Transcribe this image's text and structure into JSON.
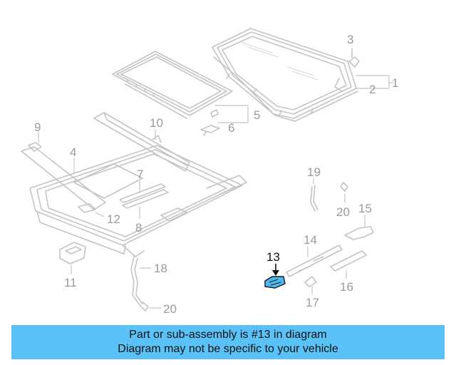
{
  "colors": {
    "line": "#c4c4c4",
    "label": "#9a9a9a",
    "highlight_fill": "#4db8f0",
    "highlight_label": "#111111",
    "banner_bg": "#5ac2f6"
  },
  "callouts": {
    "c1": "1",
    "c2": "2",
    "c3": "3",
    "c4": "4",
    "c5": "5",
    "c6": "6",
    "c7": "7",
    "c8": "8",
    "c9": "9",
    "c10": "10",
    "c11": "11",
    "c12": "12",
    "c13": "13",
    "c14": "14",
    "c15": "15",
    "c16": "16",
    "c17": "17",
    "c18": "18",
    "c19": "19",
    "c20a": "20",
    "c20b": "20"
  },
  "banner": {
    "line1": "Part or sub-assembly is #13 in diagram",
    "line2": "Diagram may not be specific to your vehicle"
  }
}
